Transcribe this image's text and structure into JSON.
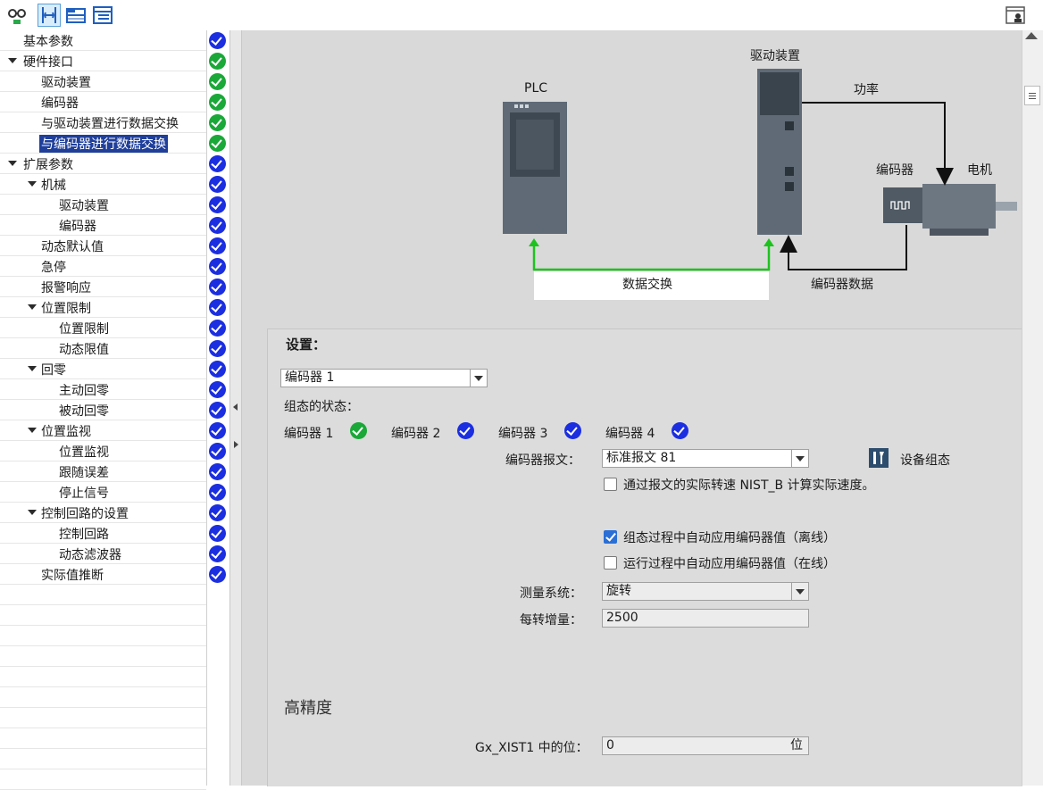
{
  "toolbar": {
    "icons": [
      "glasses-icon",
      "expand-icon",
      "folder-view-icon",
      "list-view-icon",
      "user-panel-icon"
    ]
  },
  "nav": {
    "items": [
      {
        "label": "基本参数",
        "level": 1,
        "expanded": null,
        "status": "blue"
      },
      {
        "label": "硬件接口",
        "level": 0,
        "expanded": true,
        "status": "green"
      },
      {
        "label": "驱动装置",
        "level": 2,
        "expanded": null,
        "status": "green"
      },
      {
        "label": "编码器",
        "level": 2,
        "expanded": null,
        "status": "green"
      },
      {
        "label": "与驱动装置进行数据交换",
        "level": 2,
        "expanded": null,
        "status": "green"
      },
      {
        "label": "与编码器进行数据交换",
        "level": 2,
        "expanded": null,
        "status": "green",
        "selected": true
      },
      {
        "label": "扩展参数",
        "level": 0,
        "expanded": true,
        "status": "blue"
      },
      {
        "label": "机械",
        "level": 1,
        "expanded": true,
        "status": "blue"
      },
      {
        "label": "驱动装置",
        "level": 3,
        "expanded": null,
        "status": "blue"
      },
      {
        "label": "编码器",
        "level": 3,
        "expanded": null,
        "status": "blue"
      },
      {
        "label": "动态默认值",
        "level": 2,
        "expanded": null,
        "status": "blue"
      },
      {
        "label": "急停",
        "level": 2,
        "expanded": null,
        "status": "blue"
      },
      {
        "label": "报警响应",
        "level": 2,
        "expanded": null,
        "status": "blue"
      },
      {
        "label": "位置限制",
        "level": 1,
        "expanded": true,
        "status": "blue"
      },
      {
        "label": "位置限制",
        "level": 3,
        "expanded": null,
        "status": "blue"
      },
      {
        "label": "动态限值",
        "level": 3,
        "expanded": null,
        "status": "blue"
      },
      {
        "label": "回零",
        "level": 1,
        "expanded": true,
        "status": "blue"
      },
      {
        "label": "主动回零",
        "level": 3,
        "expanded": null,
        "status": "blue"
      },
      {
        "label": "被动回零",
        "level": 3,
        "expanded": null,
        "status": "blue"
      },
      {
        "label": "位置监视",
        "level": 1,
        "expanded": true,
        "status": "blue"
      },
      {
        "label": "位置监视",
        "level": 3,
        "expanded": null,
        "status": "blue"
      },
      {
        "label": "跟随误差",
        "level": 3,
        "expanded": null,
        "status": "blue"
      },
      {
        "label": "停止信号",
        "level": 3,
        "expanded": null,
        "status": "blue"
      },
      {
        "label": "控制回路的设置",
        "level": 1,
        "expanded": true,
        "status": "blue"
      },
      {
        "label": "控制回路",
        "level": 3,
        "expanded": null,
        "status": "blue"
      },
      {
        "label": "动态滤波器",
        "level": 3,
        "expanded": null,
        "status": "blue"
      },
      {
        "label": "实际值推断",
        "level": 2,
        "expanded": null,
        "status": "blue"
      }
    ]
  },
  "diagram": {
    "plc_label": "PLC",
    "drive_label": "驱动装置",
    "power_label": "功率",
    "encoder_label": "编码器",
    "motor_label": "电机",
    "data_exchange_label": "数据交换",
    "encoder_data_label": "编码器数据"
  },
  "settings": {
    "heading": "设置：",
    "encoder_select": "编码器 1",
    "config_status_label": "组态的状态：",
    "encoder_statuses": [
      {
        "label": "编码器 1",
        "status": "green"
      },
      {
        "label": "编码器 2",
        "status": "blue"
      },
      {
        "label": "编码器 3",
        "status": "blue"
      },
      {
        "label": "编码器 4",
        "status": "blue"
      }
    ],
    "telegram_label": "编码器报文：",
    "telegram_value": "标准报文 81",
    "device_config_label": "设备组态",
    "nist_checkbox_label": "通过报文的实际转速 NIST_B 计算实际速度。",
    "nist_checked": false,
    "auto_offline_label": "组态过程中自动应用编码器值（离线）",
    "auto_offline_checked": true,
    "auto_online_label": "运行过程中自动应用编码器值（在线）",
    "auto_online_checked": false,
    "measure_system_label": "测量系统：",
    "measure_system_value": "旋转",
    "increments_label": "每转增量：",
    "increments_value": "2500",
    "high_precision_heading": "高精度",
    "gx_xist1_label": "Gx_XIST1 中的位：",
    "gx_xist1_value": "0",
    "gx_xist1_unit": "位"
  }
}
